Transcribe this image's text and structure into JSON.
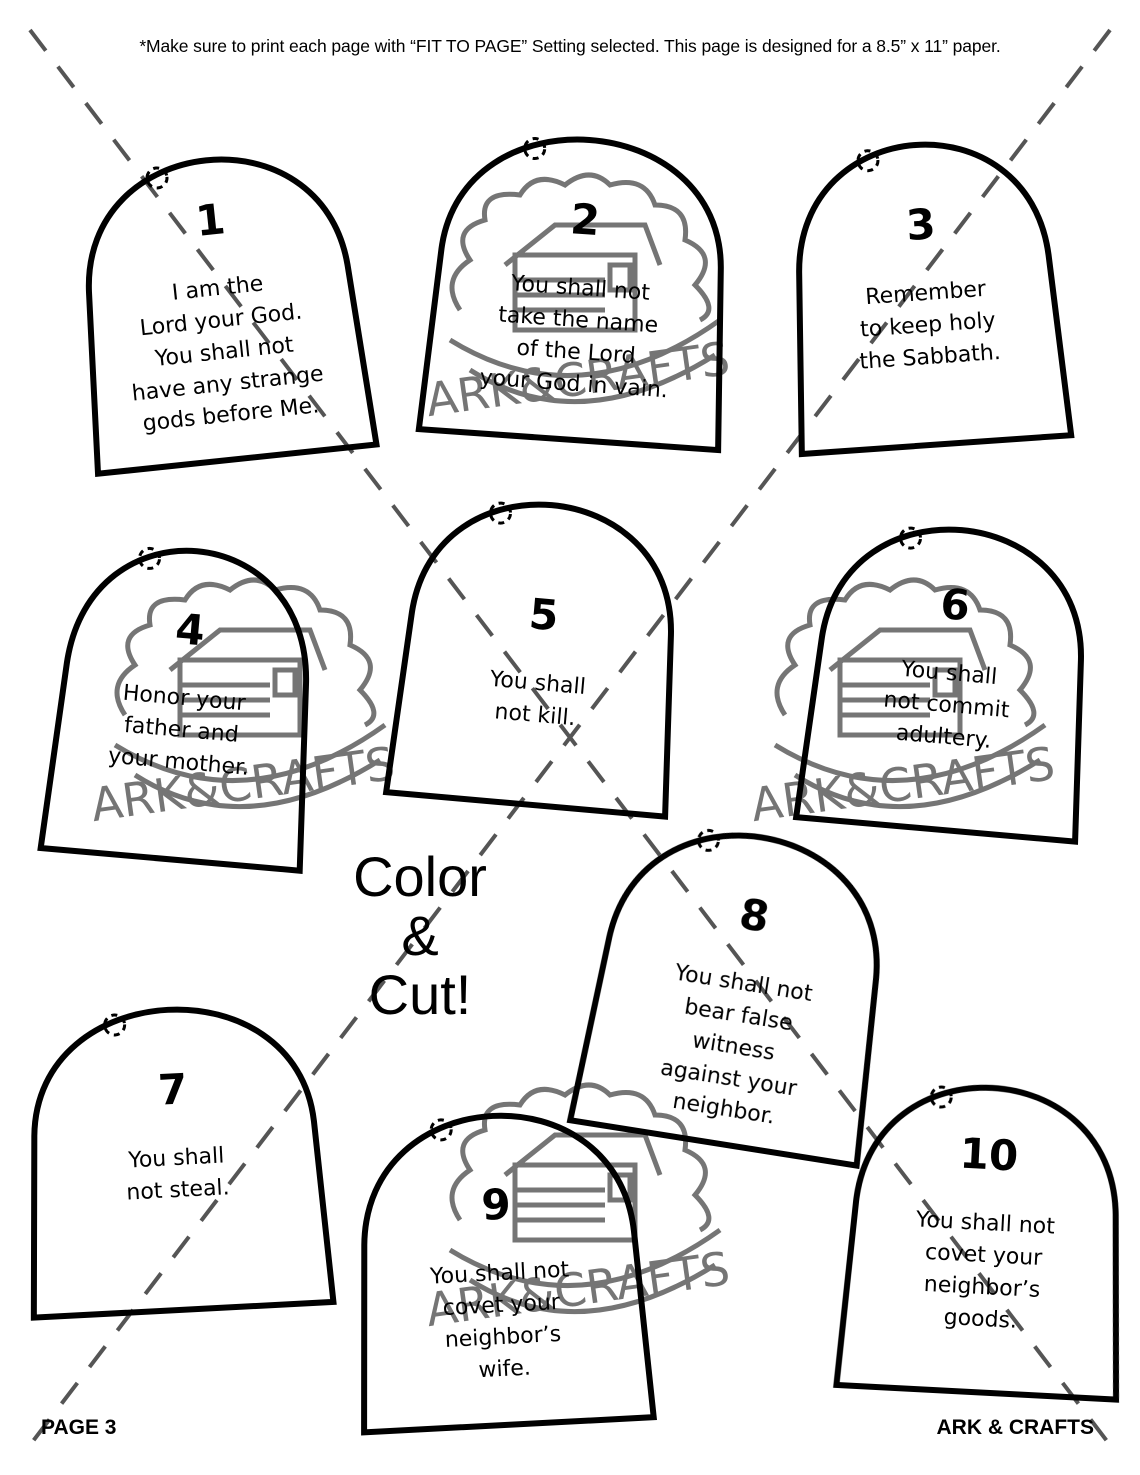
{
  "notice": "*Make sure to print each page with “FIT TO PAGE” Setting selected. This page is designed for a 8.5” x 11” paper.",
  "headline": {
    "line1": "Color",
    "line2": "&",
    "line3": "Cut!"
  },
  "footer": {
    "page": "PAGE 3",
    "brand": "ARK & CRAFTS"
  },
  "watermark_text": "ARK&CRAFTS",
  "tablets": [
    {
      "number": "1",
      "lines": [
        "I am the",
        "Lord your God.",
        "You shall not",
        "have any strange",
        "gods before Me."
      ]
    },
    {
      "number": "2",
      "lines": [
        "You shall not",
        "take the name",
        "of the Lord",
        "your God in vain."
      ]
    },
    {
      "number": "3",
      "lines": [
        "Remember",
        "to keep holy",
        "the Sabbath."
      ]
    },
    {
      "number": "4",
      "lines": [
        "Honor your",
        "father and",
        "your mother."
      ]
    },
    {
      "number": "5",
      "lines": [
        "You shall",
        "not kill."
      ]
    },
    {
      "number": "6",
      "lines": [
        "You shall",
        "not commit",
        "adultery."
      ]
    },
    {
      "number": "7",
      "lines": [
        "You shall",
        "not steal."
      ]
    },
    {
      "number": "8",
      "lines": [
        "You shall not",
        "bear false",
        "witness",
        "against your",
        "neighbor."
      ]
    },
    {
      "number": "9",
      "lines": [
        "You shall not",
        "covet your",
        "neighbor’s",
        "wife."
      ]
    },
    {
      "number": "10",
      "lines": [
        "You shall not",
        "covet your",
        "neighbor’s",
        "goods."
      ]
    }
  ]
}
